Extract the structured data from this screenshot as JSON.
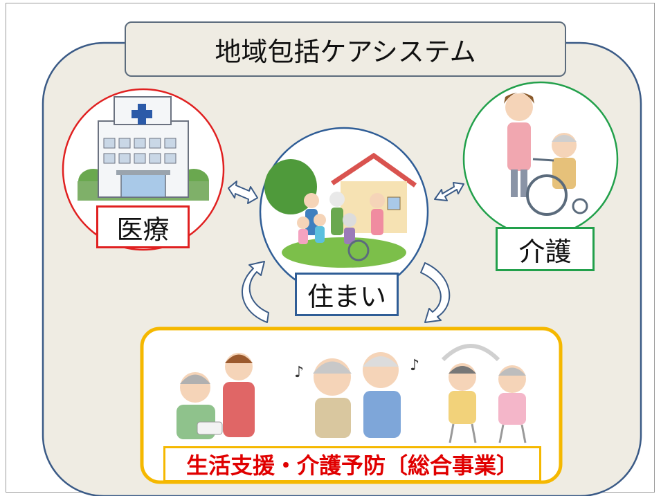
{
  "title": "地域包括ケアシステム",
  "nodes": {
    "medical": {
      "label": "医療",
      "color": "#e02020"
    },
    "home": {
      "label": "住まい",
      "color": "#2f5d96"
    },
    "care": {
      "label": "介護",
      "color": "#22a04b"
    },
    "support": {
      "label": "生活支援・介護予防〔総合事業〕",
      "color": "#f5b800"
    }
  },
  "colors": {
    "panel_fill": "#efece3",
    "panel_border": "#3a5a86",
    "arrow": "#3a5a86",
    "support_text": "#e00000"
  }
}
